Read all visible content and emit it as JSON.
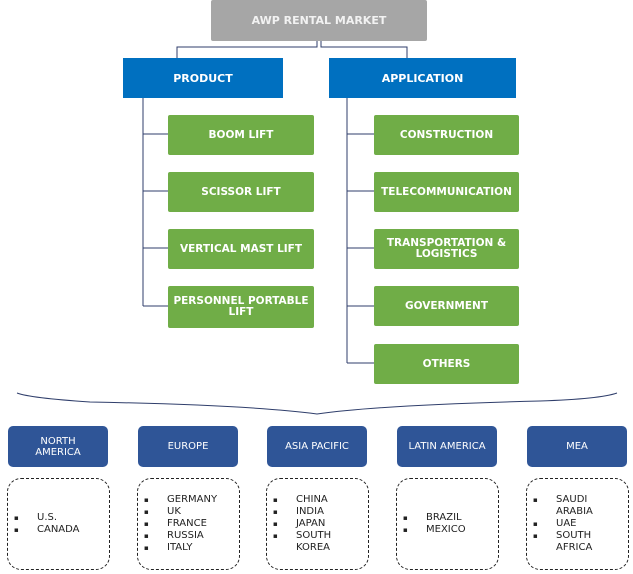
{
  "title": "AWP RENTAL MARKET",
  "categories": [
    {
      "label": "PRODUCT",
      "items": [
        "BOOM LIFT",
        "SCISSOR LIFT",
        "VERTICAL MAST LIFT",
        "PERSONNEL PORTABLE LIFT"
      ]
    },
    {
      "label": "APPLICATION",
      "items": [
        "CONSTRUCTION",
        "TELECOMMUNICATION",
        "TRANSPORTATION & LOGISTICS",
        "GOVERNMENT",
        "OTHERS"
      ]
    }
  ],
  "regions": [
    {
      "label": "NORTH AMERICA",
      "countries": [
        "U.S.",
        "CANADA"
      ]
    },
    {
      "label": "EUROPE",
      "countries": [
        "GERMANY",
        "UK",
        "FRANCE",
        "RUSSIA",
        "ITALY"
      ]
    },
    {
      "label": "ASIA PACIFIC",
      "countries": [
        "CHINA",
        "INDIA",
        "JAPAN",
        "SOUTH KOREA"
      ]
    },
    {
      "label": "LATIN AMERICA",
      "countries": [
        "BRAZIL",
        "MEXICO"
      ]
    },
    {
      "label": "MEA",
      "countries": [
        "SAUDI ARABIA",
        "UAE",
        "SOUTH AFRICA"
      ]
    }
  ],
  "colors": {
    "root": "#a6a6a6",
    "category": "#0070c0",
    "leaf": "#70ad47",
    "region": "#2f5597",
    "connector": "#2f3e6b"
  }
}
